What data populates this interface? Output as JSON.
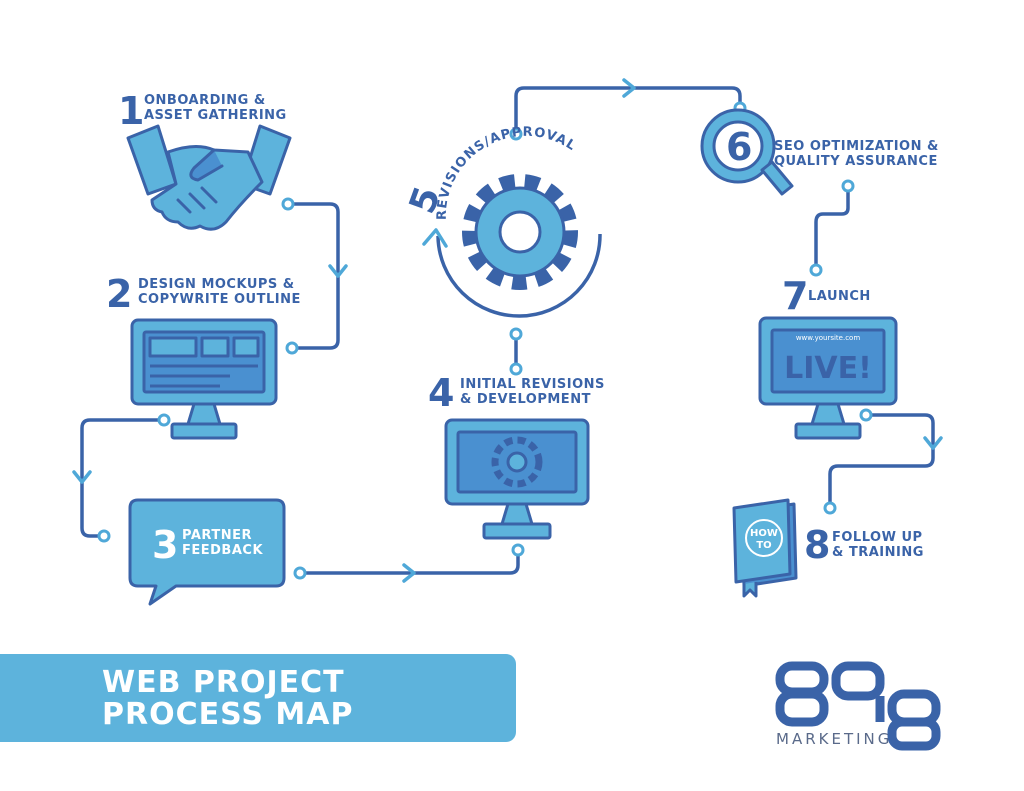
{
  "colors": {
    "primary": "#3a63a8",
    "light": "#5db3dc",
    "mid": "#4a90d0",
    "white": "#ffffff"
  },
  "steps": [
    {
      "num": "1",
      "line1": "ONBOARDING &",
      "line2": "ASSET GATHERING",
      "icon": "handshake-icon"
    },
    {
      "num": "2",
      "line1": "DESIGN MOCKUPS &",
      "line2": "COPYWRITE OUTLINE",
      "icon": "monitor-wireframe-icon"
    },
    {
      "num": "3",
      "line1": "PARTNER",
      "line2": "FEEDBACK",
      "icon": "speech-bubble-icon"
    },
    {
      "num": "4",
      "line1": "INITIAL REVISIONS",
      "line2": "& DEVELOPMENT",
      "icon": "monitor-gear-icon"
    },
    {
      "num": "5",
      "line1": "REVISIONS/APPROVAL",
      "line2": "",
      "icon": "gear-cycle-icon"
    },
    {
      "num": "6",
      "line1": "SEO OPTIMIZATION &",
      "line2": "QUALITY ASSURANCE",
      "icon": "magnifier-icon"
    },
    {
      "num": "7",
      "line1": "LAUNCH",
      "line2": "",
      "icon": "monitor-live-icon"
    },
    {
      "num": "8",
      "line1": "FOLLOW UP",
      "line2": "& TRAINING",
      "icon": "how-to-book-icon"
    }
  ],
  "monitor_live": {
    "url": "www.yoursite.com",
    "text": "LIVE!"
  },
  "book": {
    "text1": "HOW",
    "text2": "TO"
  },
  "banner": {
    "line1": "WEB PROJECT",
    "line2": "PROCESS MAP"
  },
  "logo": {
    "mark": "898",
    "text": "MARKETING"
  }
}
